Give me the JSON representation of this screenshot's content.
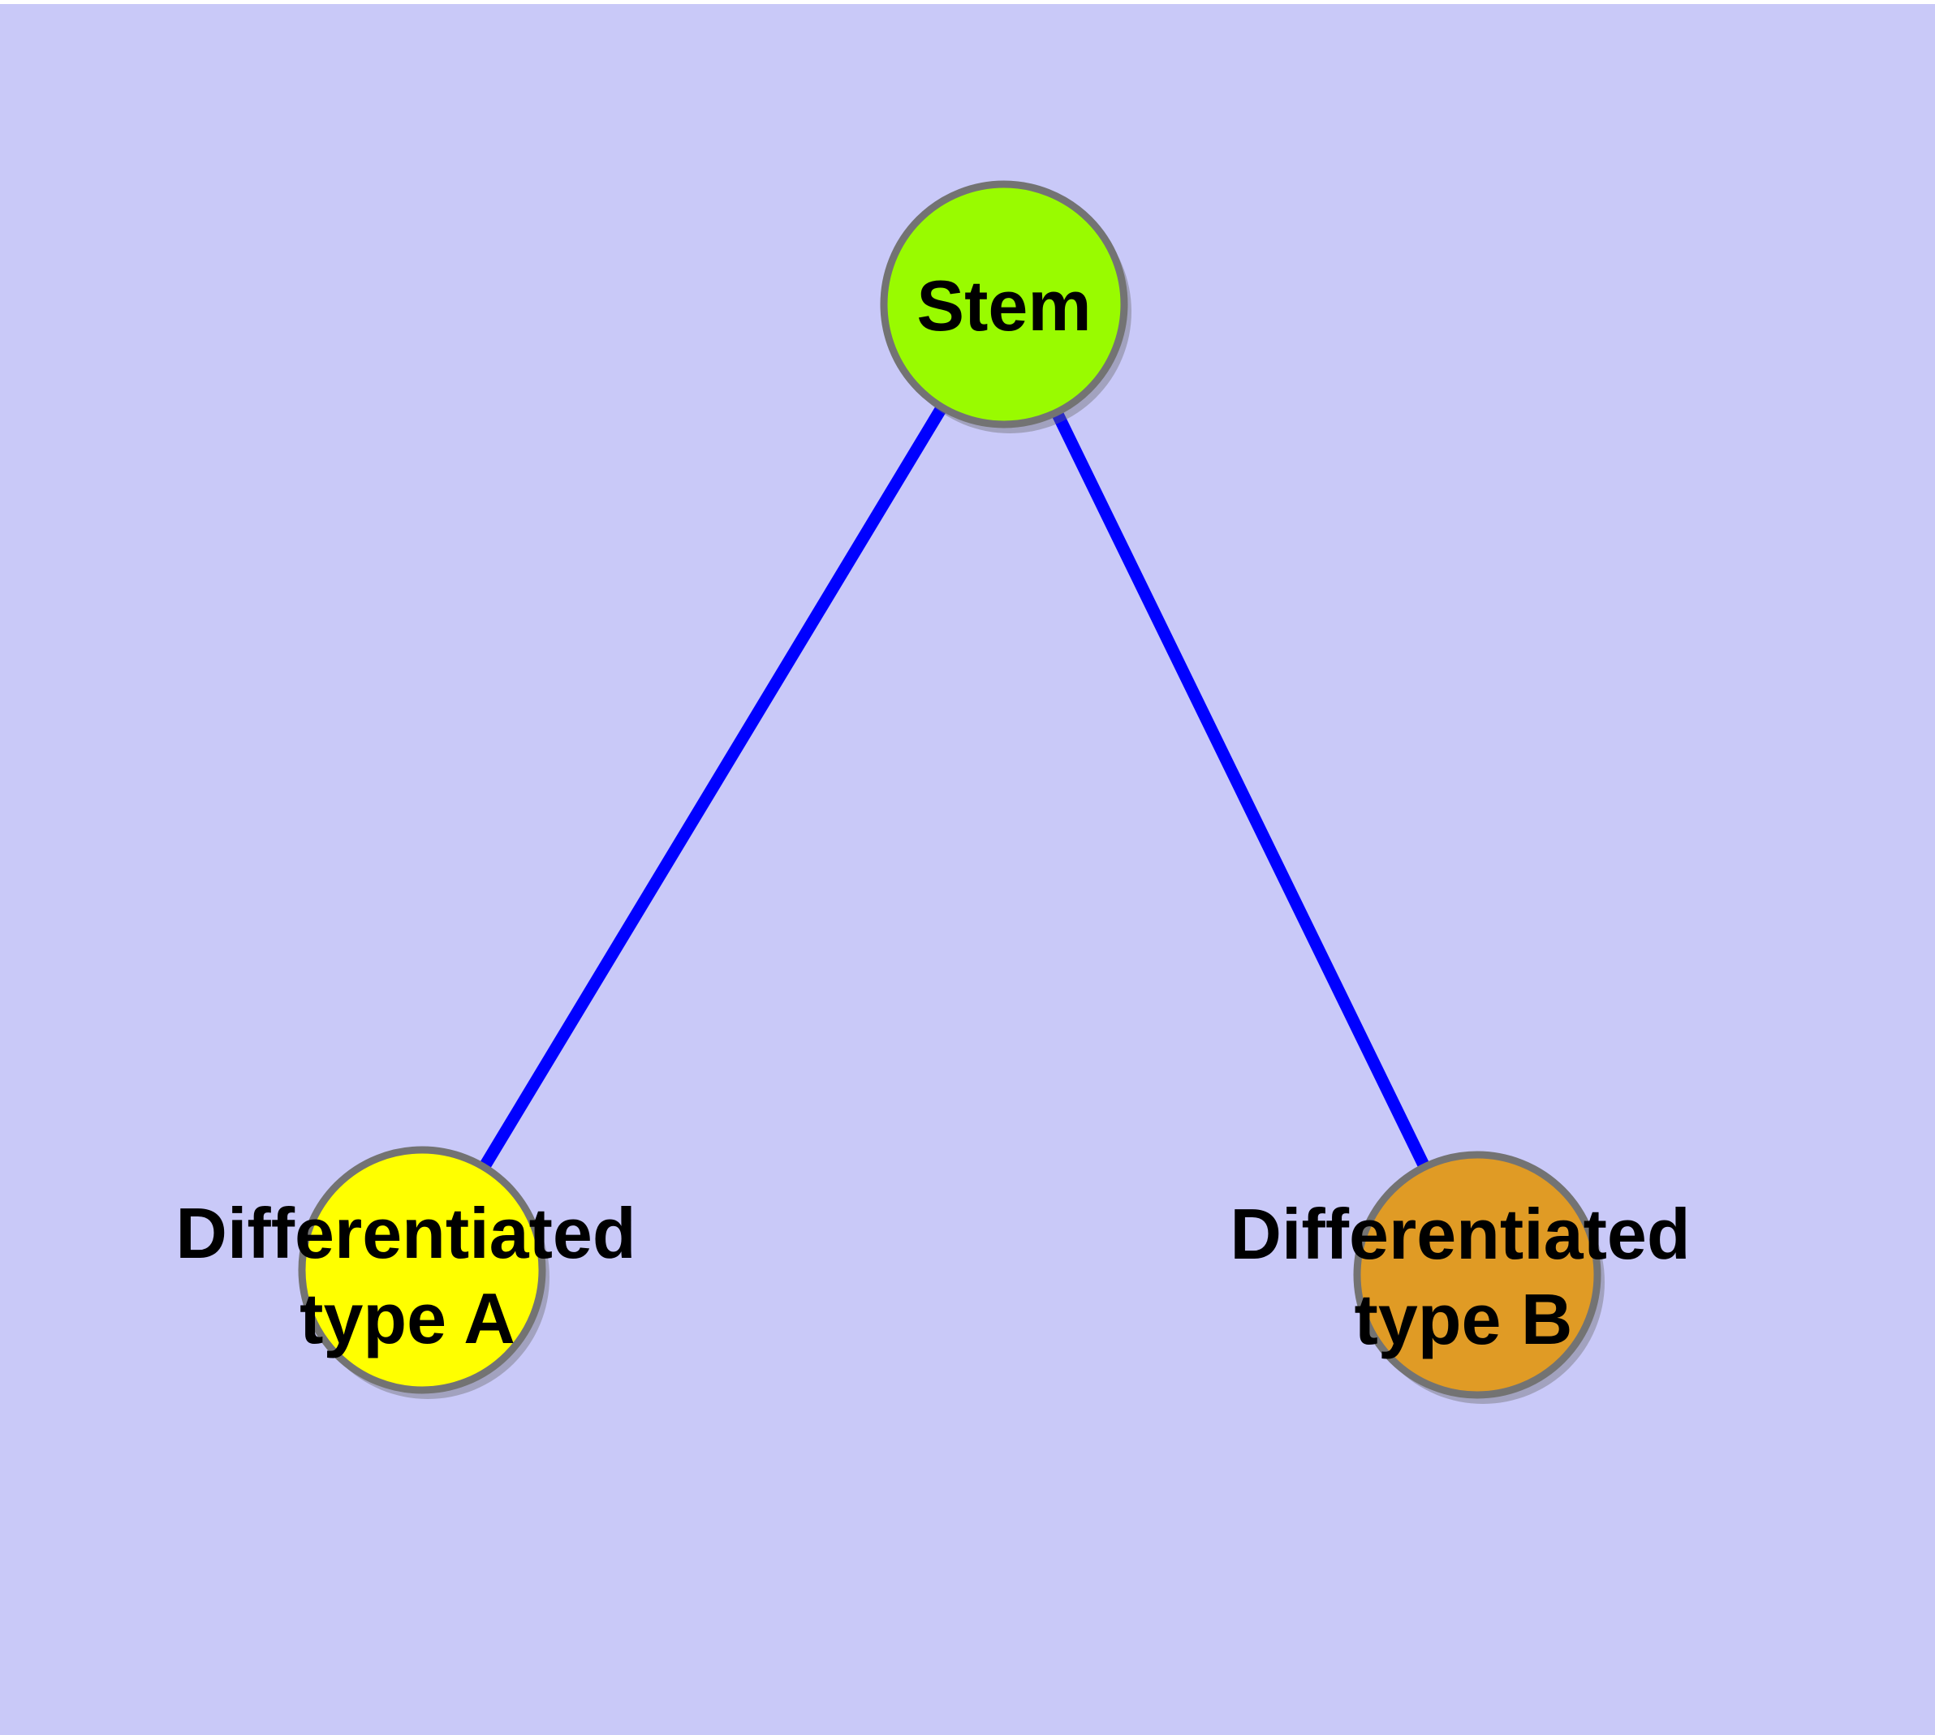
{
  "diagram": {
    "type": "graph",
    "description_labels": {
      "stem_label": "Stem",
      "type_a_line1": "Differentiated",
      "type_a_line2": "type A",
      "type_b_line1": "Differentiated",
      "type_b_line2": "type B"
    },
    "background_color": "#c9c9f8",
    "margin_color": "#ffffff",
    "label_color": "#000000",
    "node_border_color": "#737373",
    "node_shadow_color": "rgba(105,105,105,0.40)",
    "edge_color": "#0000ff",
    "nodes": [
      {
        "id": "stem",
        "label": "Stem",
        "color": "#99fb00"
      },
      {
        "id": "differentiated-type-a",
        "label_lines": [
          "Differentiated",
          "type A"
        ],
        "color": "#ffff00"
      },
      {
        "id": "differentiated-type-b",
        "label_lines": [
          "Differentiated",
          "type B"
        ],
        "color": "#e09b25"
      }
    ],
    "edges": [
      {
        "from": "stem",
        "to": "differentiated-type-a"
      },
      {
        "from": "stem",
        "to": "differentiated-type-b"
      }
    ]
  }
}
